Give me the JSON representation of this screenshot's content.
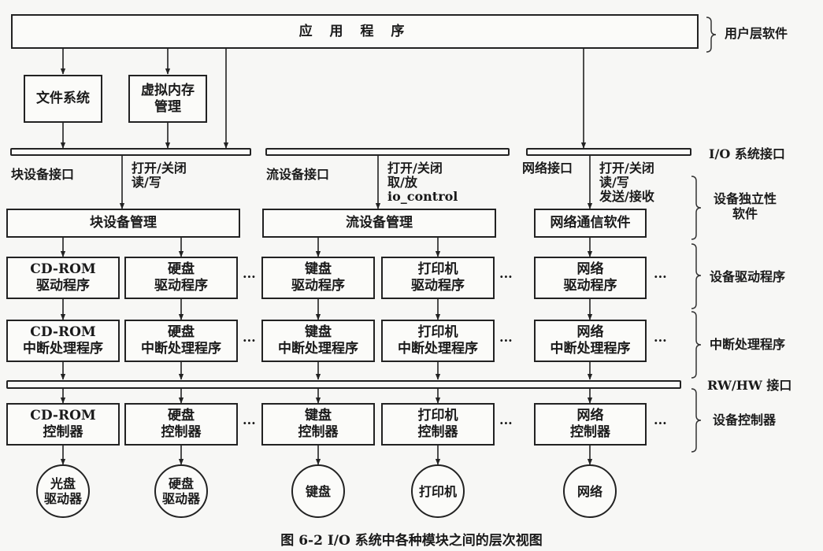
{
  "top": {
    "application": "应 用 程 序",
    "file_system": "文件系统",
    "virtual_memory": [
      "虚拟内存",
      "管理"
    ]
  },
  "interfaces": {
    "block_label": "块设备接口",
    "block_ops": [
      "打开/关闭",
      "读/写"
    ],
    "stream_label": "流设备接口",
    "stream_ops": [
      "打开/关闭",
      "取/放",
      "io_control"
    ],
    "network_label": "网络接口",
    "network_ops": [
      "打开/关闭",
      "读/写",
      "发送/接收"
    ]
  },
  "managers": {
    "block": "块设备管理",
    "stream": "流设备管理",
    "network": "网络通信软件"
  },
  "drivers": [
    [
      "CD-ROM",
      "驱动程序"
    ],
    [
      "硬盘",
      "驱动程序"
    ],
    [
      "键盘",
      "驱动程序"
    ],
    [
      "打印机",
      "驱动程序"
    ],
    [
      "网络",
      "驱动程序"
    ]
  ],
  "interrupts": [
    [
      "CD-ROM",
      "中断处理程序"
    ],
    [
      "硬盘",
      "中断处理程序"
    ],
    [
      "键盘",
      "中断处理程序"
    ],
    [
      "打印机",
      "中断处理程序"
    ],
    [
      "网络",
      "中断处理程序"
    ]
  ],
  "controllers": [
    [
      "CD-ROM",
      "控制器"
    ],
    [
      "硬盘",
      "控制器"
    ],
    [
      "键盘",
      "控制器"
    ],
    [
      "打印机",
      "控制器"
    ],
    [
      "网络",
      "控制器"
    ]
  ],
  "devices": [
    [
      "光盘",
      "驱动器"
    ],
    [
      "硬盘",
      "驱动器"
    ],
    [
      "键盘"
    ],
    [
      "打印机"
    ],
    [
      "网络"
    ]
  ],
  "ellipsis": "···",
  "layers": {
    "user": "用户层软件",
    "io_interface": "I/O 系统接口",
    "device_independent": [
      "设备独立性",
      "软件"
    ],
    "device_driver": "设备驱动程序",
    "interrupt_handler": "中断处理程序",
    "rw_hw_interface": "RW/HW 接口",
    "device_controller": "设备控制器"
  },
  "caption": "图 6-2   I/O 系统中各种模块之间的层次视图"
}
